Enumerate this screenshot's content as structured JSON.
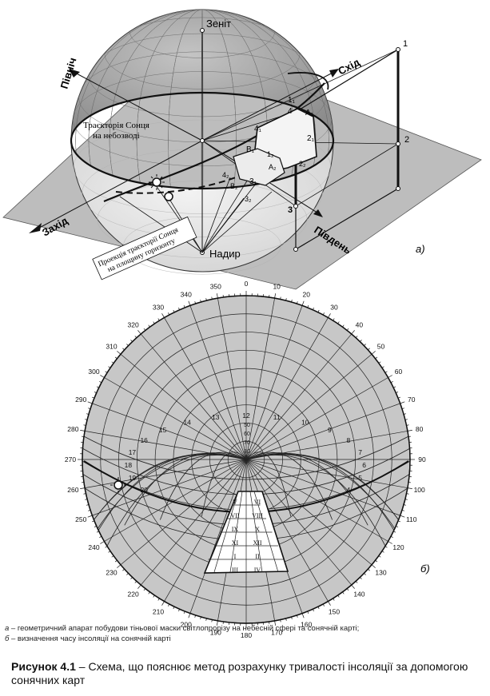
{
  "figure_a": {
    "zenith": "Зеніт",
    "nadir": "Надир",
    "north": "Північ",
    "east": "Схід",
    "west": "Захід",
    "south": "Південь",
    "sun_path_line1": "Траєкторія Сонця",
    "sun_path_line2": "на небозводі",
    "projection_line1": "Проекція траєкторії Сонця",
    "projection_line2": "на площину горизонту",
    "panel_label": "а)",
    "point_1": "1",
    "point_2": "2",
    "point_3": "3",
    "point_1_sub": "1₁",
    "point_2_sub": "2₁",
    "point_3_sub": "3₁",
    "point_4_sub": "4₁",
    "point_4": "4",
    "point_A1": "A₁",
    "point_B1": "B₁",
    "point_12": "1₂",
    "point_22": "2₂",
    "point_32": "3₂",
    "point_42": "4₂",
    "point_A2": "A₂",
    "point_B2": "B₂"
  },
  "figure_b": {
    "panel_label": "б)",
    "azimuths": [
      "350",
      "0",
      "10",
      "20",
      "30",
      "40",
      "50",
      "60",
      "70",
      "80",
      "90",
      "100",
      "110",
      "120",
      "130",
      "140",
      "150",
      "160",
      "170",
      "180",
      "190",
      "200",
      "210",
      "220",
      "230",
      "240",
      "250",
      "260",
      "270",
      "280",
      "290",
      "300",
      "310",
      "320",
      "330",
      "340"
    ],
    "hours": [
      "20",
      "19",
      "18",
      "17",
      "16",
      "15",
      "14",
      "13",
      "12",
      "11",
      "10",
      "9",
      "8",
      "7",
      "6",
      "5",
      "4"
    ],
    "altitudes": [
      "80",
      "70",
      "60",
      "50"
    ],
    "roman_labels": [
      "V",
      "VI",
      "VII",
      "VIII",
      "IX",
      "X",
      "XI",
      "XII",
      "I",
      "II",
      "III",
      "IV"
    ]
  },
  "notes": {
    "a_prefix": "а –",
    "a_text": "геометричний апарат побудови тіньової маски світлопрорізу на небесній сфері та сонячній карті;",
    "b_prefix": "б –",
    "b_text": "визначення часу інсоляції на сонячній карті"
  },
  "caption": {
    "label": "Рисунок 4.1",
    "text": " – Схема, що пояснює метод розрахунку тривалості інсоляції за допомогою сонячних карт"
  },
  "colors": {
    "sphere_upper": "#a9a9a9",
    "sphere_lower": "#e4e4e4",
    "plane": "#bdbdbd",
    "chart_fill": "#c7c7c7",
    "line": "#1a1a1a"
  }
}
